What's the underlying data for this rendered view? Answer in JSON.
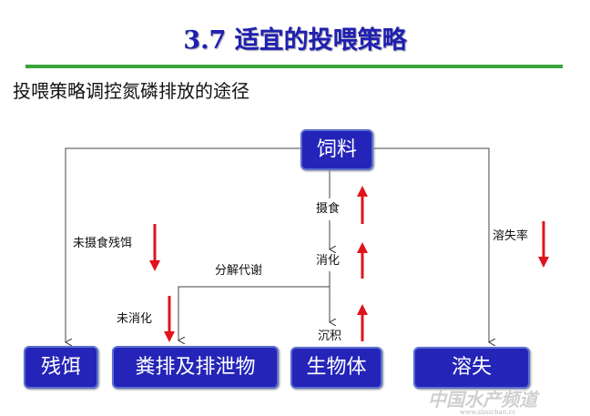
{
  "title": "3.7 适宜的投喂策略",
  "subtitle": "投喂策略调控氮磷排放的途径",
  "nodes": {
    "feed": "饲料",
    "residual": "残饵",
    "excreta": "粪排及排泄物",
    "biomass": "生物体",
    "dissolved": "溶失"
  },
  "labels": {
    "ingestion": "摄食",
    "digestion": "消化",
    "deposition": "沉积",
    "metabolism": "分解代谢",
    "uneaten": "未摄食残饵",
    "undigested": "未消化",
    "dissolution_rate": "溶失率"
  },
  "colors": {
    "node": "#2424b8",
    "title": "#1f1fb0",
    "rule": "#3aa33a",
    "arrow": "#e0141c"
  },
  "watermark": {
    "text": "中国水产频道",
    "url": "www.shuichan.cc"
  }
}
